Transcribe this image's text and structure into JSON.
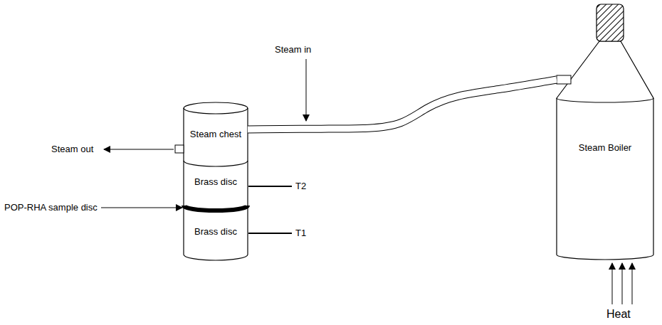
{
  "diagram": {
    "nodes": [
      {
        "text": [
          "Steam chest"
        ]
      },
      {
        "text": [
          "Brass disc"
        ]
      },
      {
        "text": [
          "Brass disc"
        ]
      },
      {
        "text": [
          "Steam Boiler"
        ]
      }
    ],
    "edges": [
      {
        "from": 3,
        "to": 0,
        "arrow": "none"
      }
    ],
    "labels": [
      "Steam in",
      "Steam out",
      "POP-RHA sample disc",
      "T2",
      "T1",
      "Heat"
    ]
  }
}
